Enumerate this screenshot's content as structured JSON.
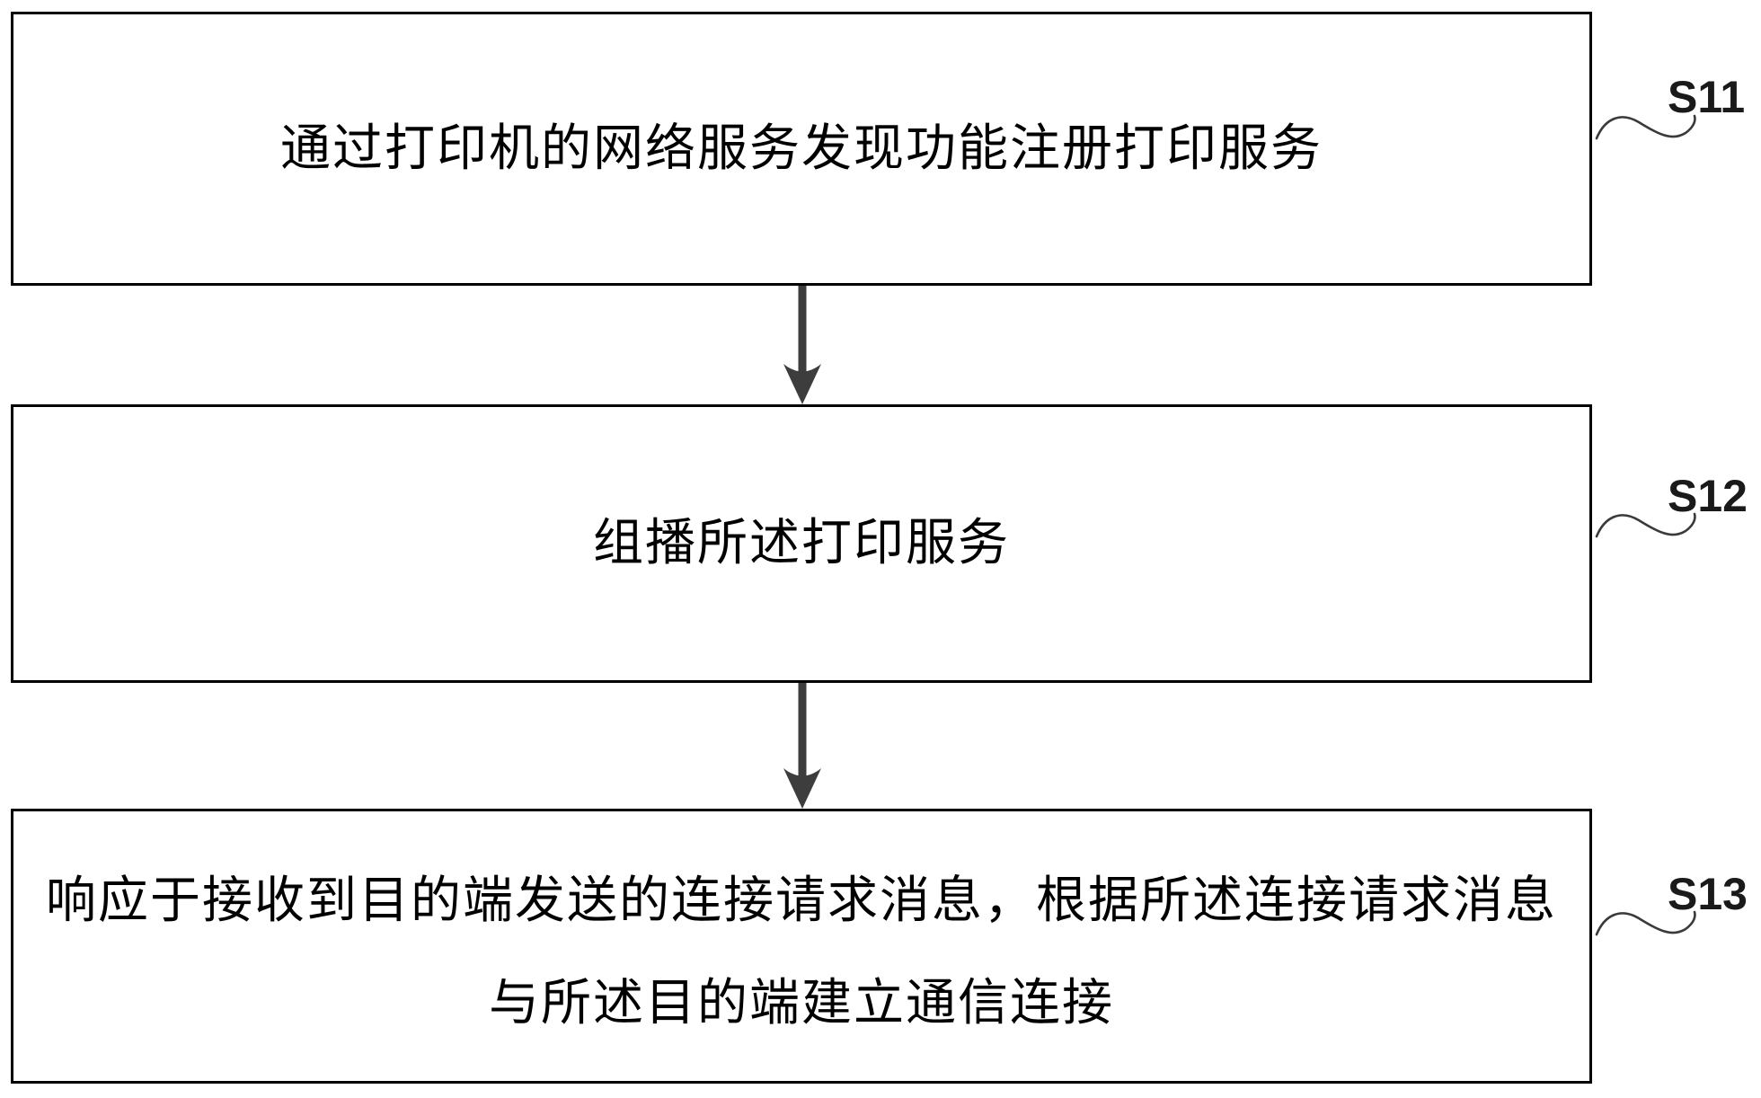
{
  "figure": {
    "type": "flowchart",
    "steps": [
      {
        "id": "S11",
        "lines": [
          "通过打印机的网络服务发现功能注册打印服务"
        ]
      },
      {
        "id": "S12",
        "lines": [
          "组播所述打印服务"
        ]
      },
      {
        "id": "S13",
        "lines": [
          "响应于接收到目的端发送的连接请求消息，根据所述连接请求消息",
          "与所述目的端建立通信连接"
        ]
      }
    ],
    "connectors": [
      {
        "from": "S11",
        "to": "S12",
        "icon": "arrow-down-icon"
      },
      {
        "from": "S12",
        "to": "S13",
        "icon": "arrow-down-icon"
      }
    ],
    "label_connector_icon": "tilde-squiggle-icon",
    "colors": {
      "background": "#ffffff",
      "box_border": "#000000",
      "box_text": "#000000",
      "arrow": "#3d3d3d",
      "squiggle": "#3a3a3a",
      "label_text": "#1a1a1a"
    }
  }
}
